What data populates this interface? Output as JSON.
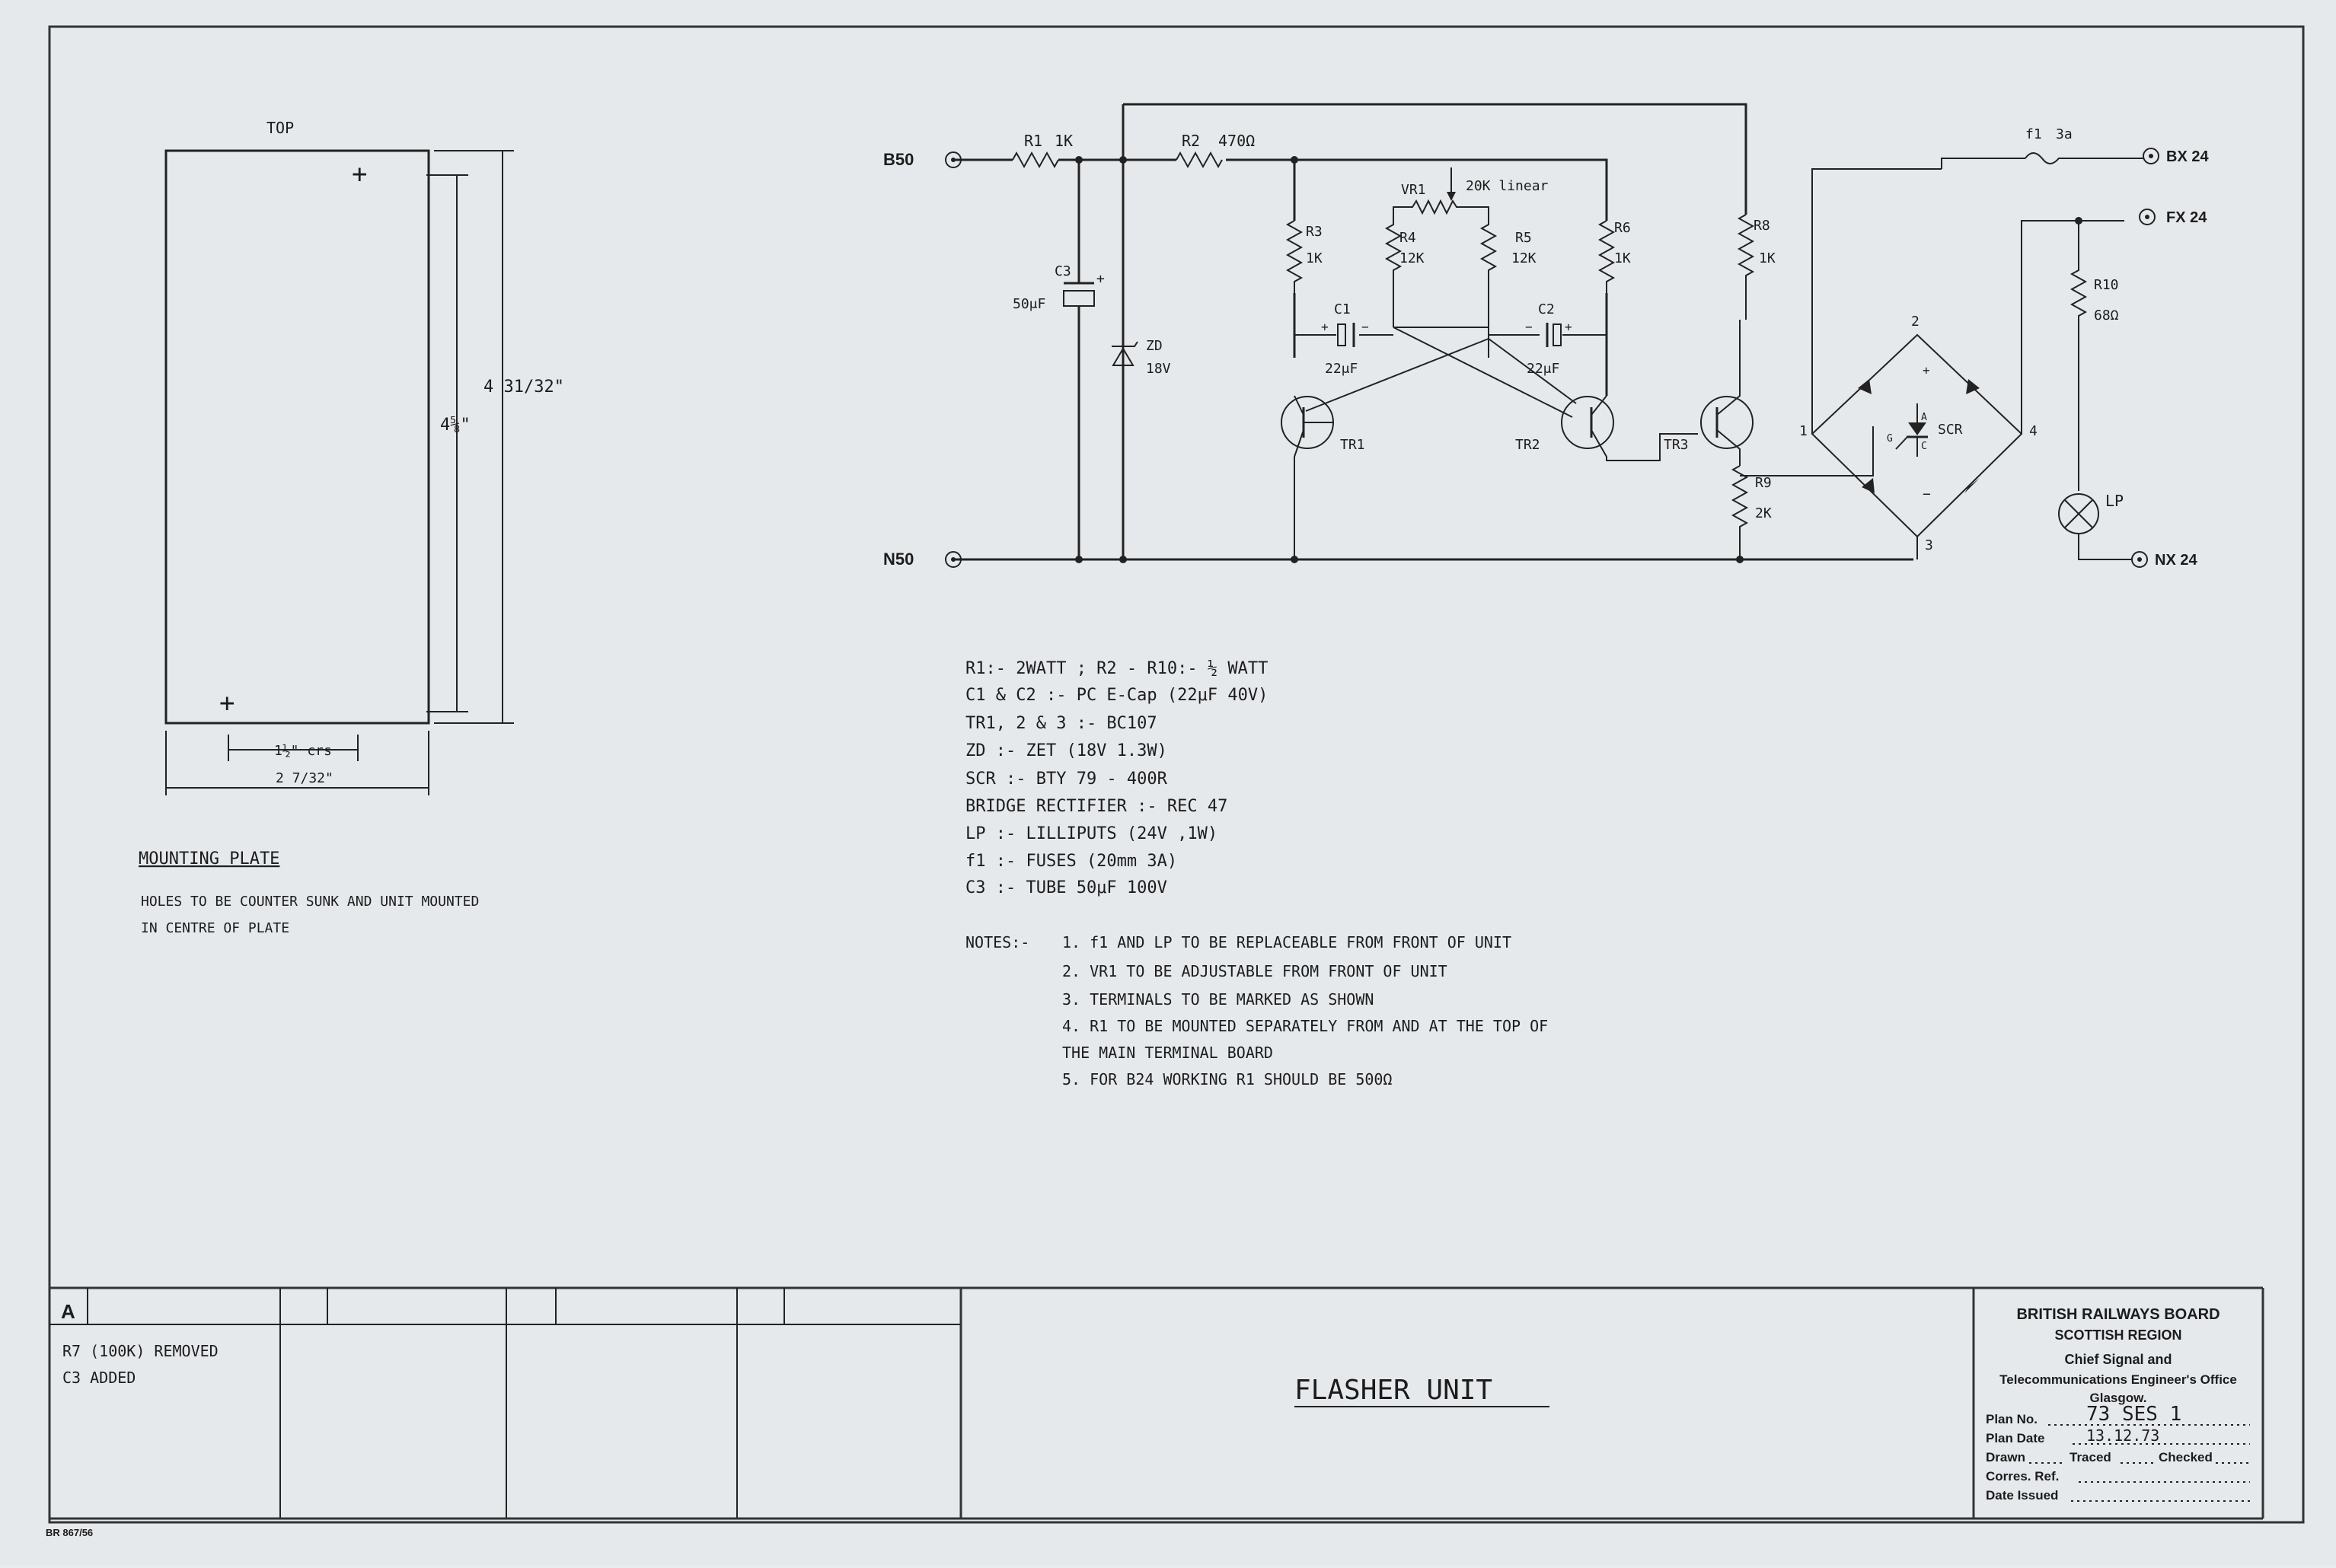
{
  "terminals": {
    "b50": "B50",
    "n50": "N50",
    "bx24": "BX 24",
    "fx24": "FX 24",
    "nx24": "NX 24"
  },
  "components": {
    "r1_name": "R1",
    "r1_val": "1K",
    "r2_name": "R2",
    "r2_val": "470Ω",
    "r3_name": "R3",
    "r3_val": "1K",
    "r4_name": "R4",
    "r4_val": "12K",
    "r5_name": "R5",
    "r5_val": "12K",
    "r6_name": "R6",
    "r6_val": "1K",
    "r8_name": "R8",
    "r8_val": "1K",
    "r9_name": "R9",
    "r9_val": "2K",
    "r10_name": "R10",
    "r10_val": "68Ω",
    "vr1_name": "VR1",
    "vr1_val": "20K linear",
    "c1_name": "C1",
    "c1_val": "22μF",
    "c2_name": "C2",
    "c2_val": "22μF",
    "c3_name": "C3",
    "c3_val": "50μF",
    "zd_name": "ZD",
    "zd_val": "18V",
    "tr1": "TR1",
    "tr2": "TR2",
    "tr3": "TR3",
    "scr": "SCR",
    "lp": "LP",
    "fuse_name": "f1",
    "fuse_val": "3a",
    "bridge_node1": "1",
    "bridge_node2": "2",
    "bridge_node3": "3",
    "bridge_node4": "4",
    "scr_a": "A",
    "scr_g": "G",
    "scr_c": "C",
    "plus": "+",
    "minus": "−"
  },
  "specs": [
    "R1:- 2WATT ;  R2 - R10:- ½ WATT",
    "C1 & C2 :-  PC E-Cap (22μF 40V)",
    "TR1, 2 & 3 :-  BC107",
    "ZD :-  ZET (18V 1.3W)",
    "SCR :-  BTY 79 - 400R",
    "BRIDGE RECTIFIER :-  REC 47",
    "LP :-  LILLIPUTS (24V ,1W)",
    "f1 :-  FUSES (20mm 3A)",
    "C3 :-  TUBE 50μF 100V"
  ],
  "notes": {
    "label": "NOTES:-",
    "items": [
      "1.  f1 AND LP TO BE REPLACEABLE FROM FRONT OF UNIT",
      "2.  VR1 TO BE ADJUSTABLE FROM FRONT OF UNIT",
      "3.  TERMINALS TO BE MARKED AS SHOWN",
      "4.  R1 TO BE MOUNTED SEPARATELY FROM AND AT THE TOP OF",
      "      THE MAIN TERMINAL BOARD",
      "5.  FOR B24 WORKING R1 SHOULD BE 500Ω"
    ]
  },
  "mounting": {
    "top_label": "TOP",
    "height_inner": "4⅝\"",
    "height_outer": "4 31/32\"",
    "hole_spacing": "1½\" crs",
    "width": "2 7/32\"",
    "title": "MOUNTING PLATE",
    "desc1": "HOLES TO BE COUNTER SUNK AND UNIT MOUNTED",
    "desc2": "IN CENTRE OF PLATE"
  },
  "revisions": {
    "letter": "A",
    "line1": "R7 (100K) REMOVED",
    "line2": "C3 ADDED"
  },
  "drawing_title": "FLASHER UNIT",
  "title_block": {
    "org1": "BRITISH RAILWAYS BOARD",
    "org2": "SCOTTISH REGION",
    "office1": "Chief Signal and",
    "office2": "Telecommunications Engineer's Office",
    "office3": "Glasgow.",
    "plan_no_label": "Plan No.",
    "plan_no": "73 SES 1",
    "plan_date_label": "Plan Date",
    "plan_date": "13.12.73",
    "drawn_label": "Drawn",
    "traced_label": "Traced",
    "checked_label": "Checked",
    "corres_label": "Corres. Ref.",
    "issued_label": "Date Issued"
  },
  "form_ref": "BR 867/56"
}
